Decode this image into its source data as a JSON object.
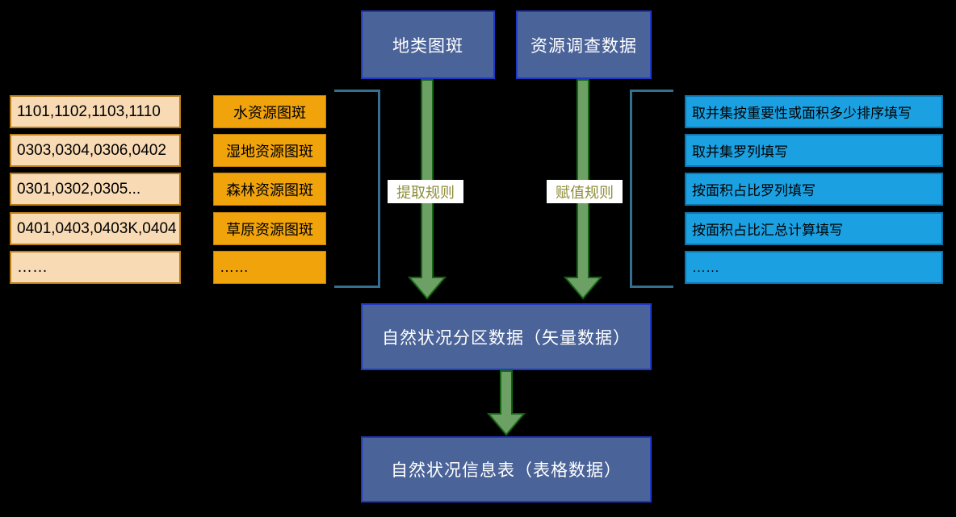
{
  "top_nodes": {
    "land_patches": "地类图斑",
    "survey_data": "资源调查数据"
  },
  "code_rows": [
    "1101,1102,1103,1110",
    "0303,0304,0306,0402",
    "0301,0302,0305...",
    "0401,0403,0403K,0404",
    "……"
  ],
  "resource_rows": [
    "水资源图斑",
    "湿地资源图斑",
    "森林资源图斑",
    "草原资源图斑",
    "……"
  ],
  "rule_rows": [
    "取并集按重要性或面积多少排序填写",
    "取并集罗列填写",
    "按面积占比罗列填写",
    "按面积占比汇总计算填写",
    "……"
  ],
  "arrow_labels": {
    "extract": "提取规则",
    "assign": "赋值规则"
  },
  "result_nodes": {
    "vector": "自然状况分区数据（矢量数据）",
    "table": "自然状况信息表（表格数据）"
  },
  "colors": {
    "background": "#000000",
    "big_node_fill": "#4A6399",
    "big_node_border": "#2038C8",
    "code_row_fill": "#F8DAB4",
    "code_row_border": "#B97D17",
    "resource_row_fill": "#F0A30A",
    "resource_row_border": "#C17F06",
    "rule_row_fill": "#1BA1E2",
    "rule_row_border": "#1173AC",
    "bracket": "#336F8E",
    "arrow_fill": "#6DA065",
    "arrow_stroke": "#146414",
    "label_text": "#8E8E3C",
    "label_background": "#FFFFFF"
  }
}
